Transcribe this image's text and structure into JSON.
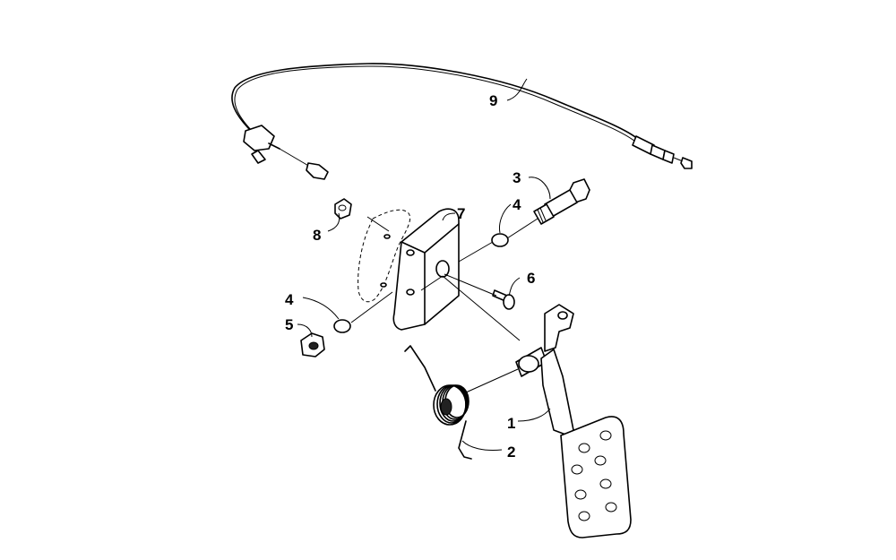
{
  "callouts": [
    {
      "id": "cable",
      "label": "9"
    },
    {
      "id": "stud",
      "label": "3"
    },
    {
      "id": "washer-upper",
      "label": "4"
    },
    {
      "id": "bracket",
      "label": "7"
    },
    {
      "id": "nut-upper",
      "label": "8"
    },
    {
      "id": "screw",
      "label": "6"
    },
    {
      "id": "washer-lower",
      "label": "4"
    },
    {
      "id": "nut-lower",
      "label": "5"
    },
    {
      "id": "pedal",
      "label": "1"
    },
    {
      "id": "spring",
      "label": "2"
    }
  ]
}
